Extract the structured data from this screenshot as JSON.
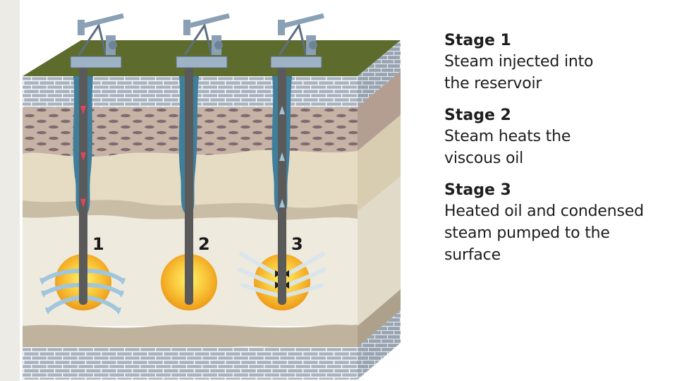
{
  "colors": {
    "grass": "#5d6b2c",
    "brick": "#a9b4c0",
    "cobble_layer": "#bfa99b",
    "sand_layer": "#e6dcc3",
    "reservoir": "#efeade",
    "steam_blue": "#3f7f9c",
    "pipe": "#5a5a5a",
    "heat_orange": "#f2a61c",
    "heat_yellow": "#fff36a"
  },
  "wells": [
    {
      "number": "1",
      "stage": "injection",
      "flow": "down",
      "heat_chamber": true,
      "steam_arrows": "outward"
    },
    {
      "number": "2",
      "stage": "heating",
      "flow": "none",
      "heat_chamber": true,
      "steam_arrows": "none"
    },
    {
      "number": "3",
      "stage": "production",
      "flow": "up",
      "heat_chamber": true,
      "steam_arrows": "inward"
    }
  ],
  "legend": {
    "stages": [
      {
        "title": "Stage 1",
        "description": "Steam injected into\nthe reservoir"
      },
      {
        "title": "Stage 2",
        "description": "Steam heats the\nviscous oil"
      },
      {
        "title": "Stage 3",
        "description": "Heated oil and condensed\nsteam pumped to the\nsurface"
      }
    ]
  }
}
